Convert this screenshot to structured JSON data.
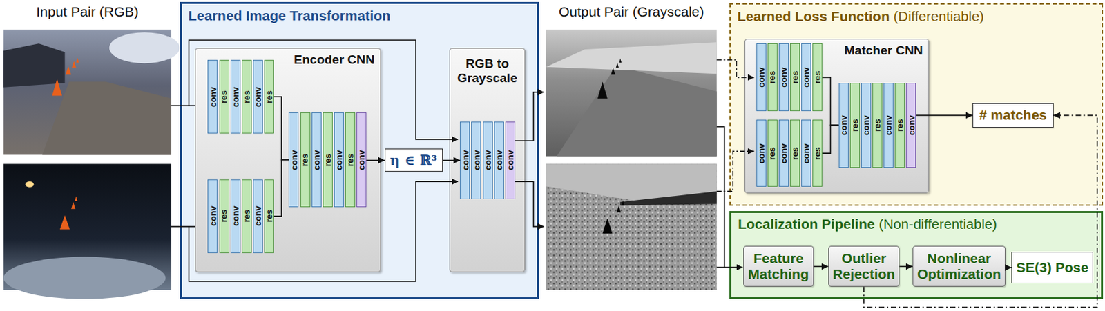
{
  "diagram": {
    "nodes": [
      {
        "text": [
          "Learned Image Transformation"
        ]
      },
      {
        "text": [
          "Encoder CNN"
        ],
        "in": 0
      },
      {
        "text": [
          "conv"
        ],
        "in": 1
      },
      {
        "text": [
          "res"
        ],
        "in": 1
      },
      {
        "text": [
          "conv"
        ],
        "in": 1
      },
      {
        "text": [
          "res"
        ],
        "in": 1
      },
      {
        "text": [
          "conv"
        ],
        "in": 1
      },
      {
        "text": [
          "res"
        ],
        "in": 1
      },
      {
        "text": [
          "conv"
        ],
        "in": 1
      },
      {
        "text": [
          "res"
        ],
        "in": 1
      },
      {
        "text": [
          "conv"
        ],
        "in": 1
      },
      {
        "text": [
          "res"
        ],
        "in": 1
      },
      {
        "text": [
          "conv"
        ],
        "in": 1
      },
      {
        "text": [
          "res"
        ],
        "in": 1
      },
      {
        "text": [
          "conv"
        ],
        "in": 1
      },
      {
        "text": [
          "res"
        ],
        "in": 1
      },
      {
        "text": [
          "conv"
        ],
        "in": 1
      },
      {
        "text": [
          "res"
        ],
        "in": 1
      },
      {
        "text": [
          "conv"
        ],
        "in": 1
      },
      {
        "text": [
          "res"
        ],
        "in": 1
      },
      {
        "text": [
          "conv"
        ],
        "in": 1
      },
      {
        "text": [
          "η ∈ ℝ³"
        ],
        "in": 0
      },
      {
        "text": [
          "RGB to Grayscale"
        ],
        "in": 0
      },
      {
        "text": [
          "conv"
        ],
        "in": 22
      },
      {
        "text": [
          "conv"
        ],
        "in": 22
      },
      {
        "text": [
          "conv"
        ],
        "in": 22
      },
      {
        "text": [
          "conv"
        ],
        "in": 22
      },
      {
        "text": [
          "conv"
        ],
        "in": 22
      },
      {
        "text": [
          "Learned Loss Function",
          "(Differentiable)"
        ]
      },
      {
        "text": [
          "Matcher CNN"
        ],
        "in": 28
      },
      {
        "text": [
          "conv"
        ],
        "in": 29
      },
      {
        "text": [
          "res"
        ],
        "in": 29
      },
      {
        "text": [
          "conv"
        ],
        "in": 29
      },
      {
        "text": [
          "res"
        ],
        "in": 29
      },
      {
        "text": [
          "conv"
        ],
        "in": 29
      },
      {
        "text": [
          "res"
        ],
        "in": 29
      },
      {
        "text": [
          "conv"
        ],
        "in": 29
      },
      {
        "text": [
          "res"
        ],
        "in": 29
      },
      {
        "text": [
          "conv"
        ],
        "in": 29
      },
      {
        "text": [
          "res"
        ],
        "in": 29
      },
      {
        "text": [
          "conv"
        ],
        "in": 29
      },
      {
        "text": [
          "res"
        ],
        "in": 29
      },
      {
        "text": [
          "conv"
        ],
        "in": 29
      },
      {
        "text": [
          "res"
        ],
        "in": 29
      },
      {
        "text": [
          "conv"
        ],
        "in": 29
      },
      {
        "text": [
          "res"
        ],
        "in": 29
      },
      {
        "text": [
          "conv"
        ],
        "in": 29
      },
      {
        "text": [
          "res"
        ],
        "in": 29
      },
      {
        "text": [
          "conv"
        ],
        "in": 29
      },
      {
        "text": [
          "# matches"
        ],
        "in": 28
      },
      {
        "text": [
          "Localization Pipeline",
          "(Non-differentiable)"
        ]
      },
      {
        "text": [
          "Feature Matching"
        ],
        "in": 50
      },
      {
        "text": [
          "Outlier Rejection"
        ],
        "in": 50
      },
      {
        "text": [
          "Nonlinear Optimization"
        ],
        "in": 50
      },
      {
        "text": [
          "SE(3) Pose"
        ],
        "in": 50
      }
    ],
    "edges": [
      {
        "from": 7,
        "to": 14,
        "arrow": "none"
      },
      {
        "from": 13,
        "to": 14,
        "arrow": "none"
      },
      {
        "from": 20,
        "to": 21,
        "arrow": "to"
      },
      {
        "from": 21,
        "to": 23,
        "arrow": "to"
      },
      {
        "from": 35,
        "to": 42,
        "arrow": "none"
      },
      {
        "from": 41,
        "to": 42,
        "arrow": "none"
      },
      {
        "from": 48,
        "to": 49,
        "arrow": "to"
      },
      {
        "from": 51,
        "to": 52,
        "arrow": "to"
      },
      {
        "from": 52,
        "to": 53,
        "arrow": "to"
      },
      {
        "from": 53,
        "to": 54,
        "arrow": "to"
      },
      {
        "from": 52,
        "to": 49,
        "arrow": "to"
      }
    ],
    "labels": [
      "Input Pair (RGB)",
      "Output Pair (Grayscale)"
    ]
  }
}
